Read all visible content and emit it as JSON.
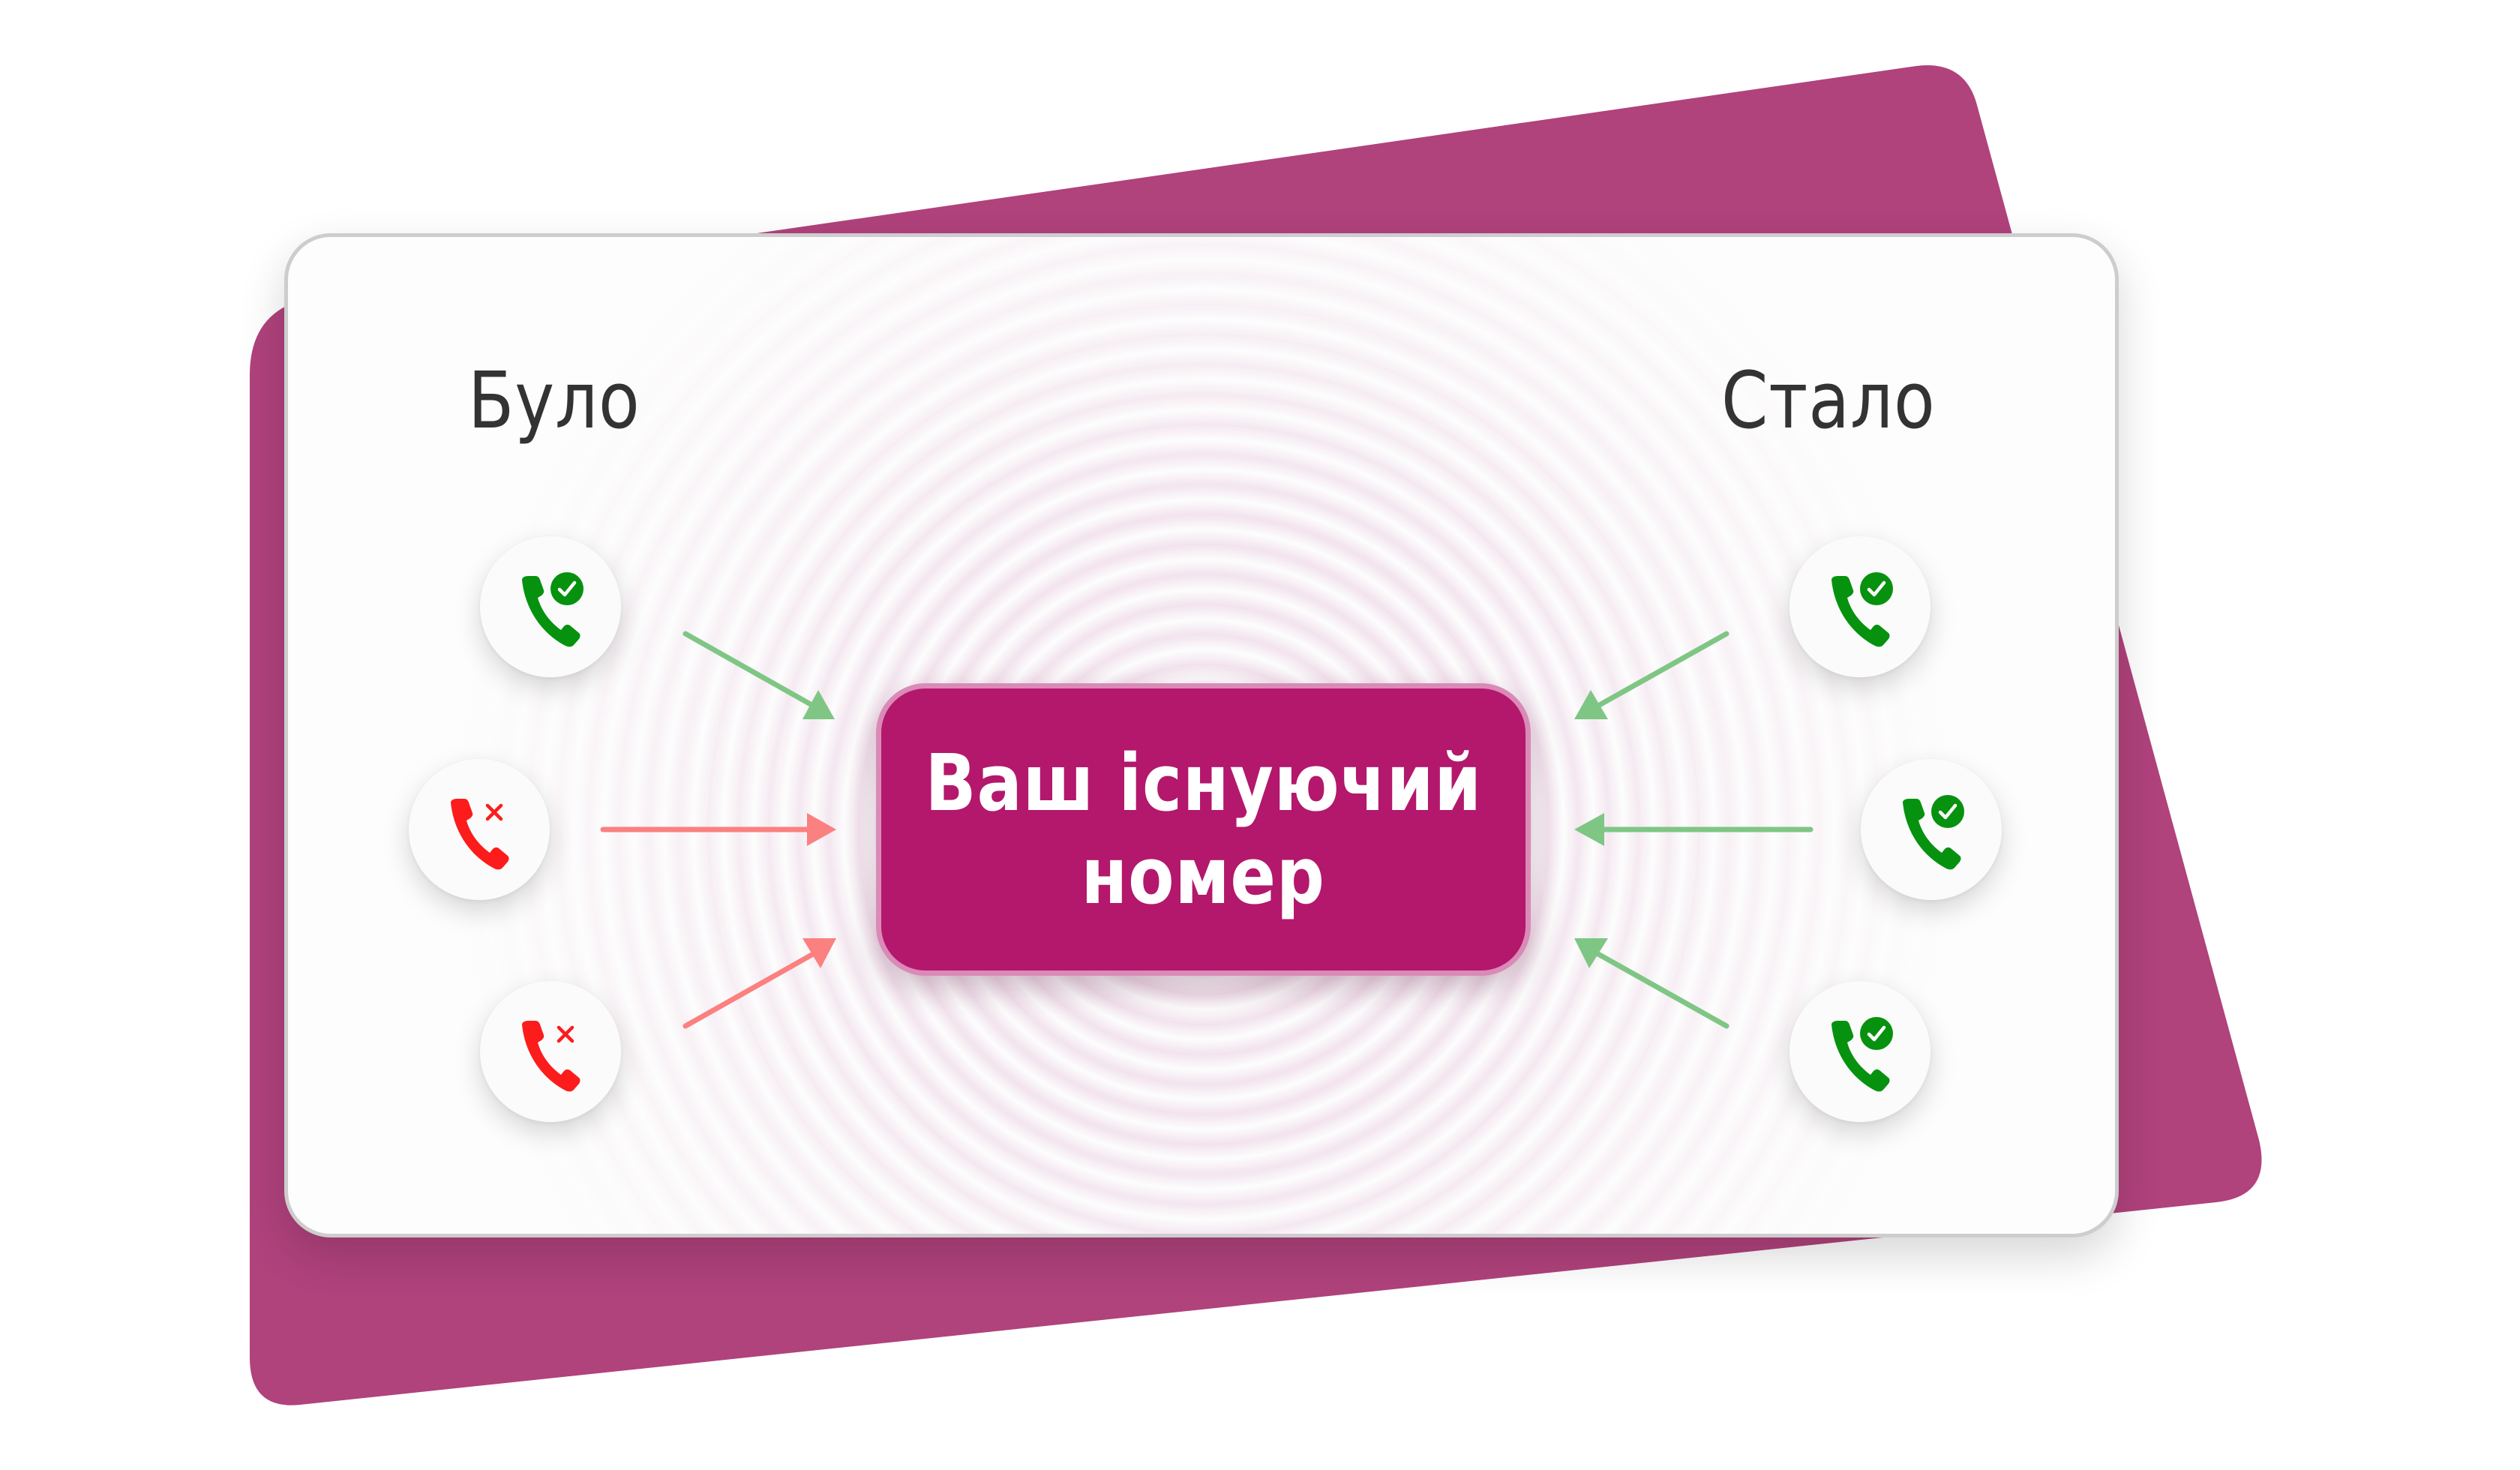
{
  "colors": {
    "background": "#ffffff",
    "back_card": "#b0427c",
    "front_card": "#fdfdfd",
    "front_card_border": "#cdcdcd",
    "center_box_fill": "#b3186c",
    "center_box_border": "#da8ab7",
    "title_text": "#333333",
    "success_green": "#06920f",
    "failure_red": "#fc1c1c",
    "arrow_green": "#7fc685",
    "arrow_red": "#fb8080"
  },
  "diagram": {
    "before": {
      "title": "Було",
      "calls": [
        {
          "status": "success",
          "icon": "phone-check-icon"
        },
        {
          "status": "failed",
          "icon": "phone-x-icon"
        },
        {
          "status": "failed",
          "icon": "phone-x-icon"
        }
      ]
    },
    "after": {
      "title": "Стало",
      "calls": [
        {
          "status": "success",
          "icon": "phone-check-icon"
        },
        {
          "status": "success",
          "icon": "phone-check-icon"
        },
        {
          "status": "success",
          "icon": "phone-check-icon"
        }
      ]
    },
    "center": {
      "line1": "Ваш існуючий",
      "line2": "номер"
    }
  }
}
